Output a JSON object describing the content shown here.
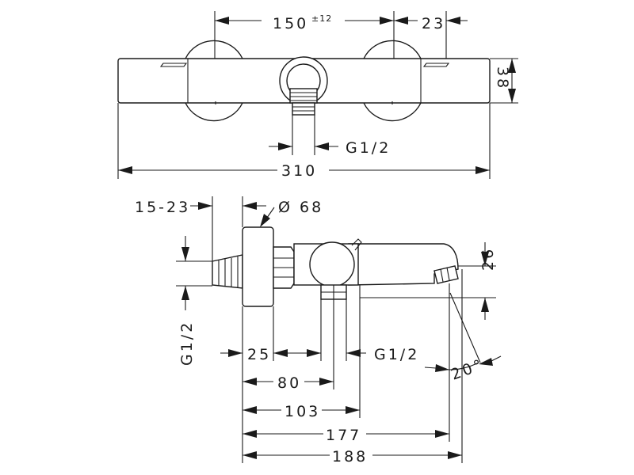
{
  "top_view": {
    "dim_center_distance": "150",
    "dim_center_tolerance": "±12",
    "dim_offset": "23",
    "dim_height": "38",
    "dim_inlet_thread": "G1/2",
    "dim_total_width": "310"
  },
  "side_view": {
    "dim_adjust_range": "15-23",
    "dim_rosette_diameter": "Ø 68",
    "dim_inlet_thread": "G1/2",
    "dim_depth_25": "25",
    "dim_outlet_thread": "G1/2",
    "dim_spout_height": "26",
    "dim_spout_angle": "20°",
    "dim_depth_80": "80",
    "dim_depth_103": "103",
    "dim_depth_177": "177",
    "dim_depth_188": "188"
  }
}
